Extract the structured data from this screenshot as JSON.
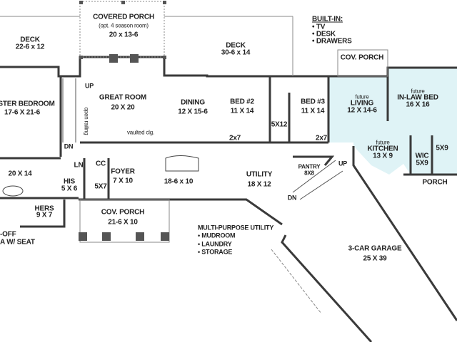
{
  "colors": {
    "wall": "#3a3a3a",
    "inlaw_fill": "#dff3f6",
    "line": "#555555"
  },
  "rooms": {
    "covered_porch_rear": {
      "name": "COVERED PORCH",
      "note": "(opt. 4 season room)",
      "size": "20 x 13-6"
    },
    "deck_left": {
      "name": "DECK",
      "size": "22-6 x 12"
    },
    "deck_right": {
      "name": "DECK",
      "size": "30-6 x 14"
    },
    "master_bedroom": {
      "name": "STER BEDROOM",
      "size": "17-6 X 21-6"
    },
    "great_room": {
      "name": "GREAT ROOM",
      "size": "20 X 20",
      "note_railing": "open railing",
      "note_vault": "vaulted clg.",
      "stair_up": "UP",
      "stair_dn": "DN"
    },
    "dining": {
      "name": "DINING",
      "size": "12 X 15-6"
    },
    "bed2": {
      "name": "BED #2",
      "size": "11 X 14",
      "closet": "2x7"
    },
    "bed3": {
      "name": "BED #3",
      "size": "11 X 14",
      "closet": "2x7"
    },
    "bath_shared": {
      "size": "5X12"
    },
    "future_living": {
      "prefix": "future",
      "name": "LIVING",
      "size": "12 X 14-6"
    },
    "future_inlaw_bed": {
      "prefix": "future",
      "name": "IN-LAW BED",
      "size": "16 X 16"
    },
    "future_kitchen": {
      "prefix": "future",
      "name": "KITCHEN",
      "size": "13 X 9"
    },
    "wic": {
      "name": "WIC",
      "size": "5X9"
    },
    "inlaw_bath": {
      "size": "5X9"
    },
    "cov_porch_inlaw": {
      "name": "COV. PORCH"
    },
    "master_bath": {
      "size": "20 X 14"
    },
    "his": {
      "name": "HIS",
      "size": "5 X 6"
    },
    "hers": {
      "name": "HERS",
      "size": "9 X 7"
    },
    "ln": {
      "name": "LN"
    },
    "cc": {
      "name": "CC"
    },
    "powder": {
      "size": "5X7"
    },
    "foyer": {
      "name": "FOYER",
      "size": "7 X 10"
    },
    "kitchen": {
      "size": "18-6 x 10"
    },
    "utility": {
      "name": "UTILITY",
      "size": "18 X 12"
    },
    "pantry": {
      "name": "PANTRY",
      "size": "8X8",
      "stair_up": "UP",
      "stair_dn": "DN"
    },
    "porch_side": {
      "name": "PORCH"
    },
    "cov_porch_front": {
      "name": "COV. PORCH",
      "size": "21-6 X 10"
    },
    "garage": {
      "name": "3-CAR GARAGE",
      "size": "25 X 39"
    },
    "drop_off": {
      "line1": "-OFF",
      "line2": "A W/ SEAT"
    }
  },
  "callouts": {
    "built_in": {
      "title": "BUILT-IN:",
      "items": [
        "• TV",
        "• DESK",
        "• DRAWERS"
      ]
    },
    "utility": {
      "title": "MULTI-PURPOSE UTILITY",
      "items": [
        "• MUDROOM",
        "• LAUNDRY",
        "• STORAGE"
      ]
    }
  }
}
